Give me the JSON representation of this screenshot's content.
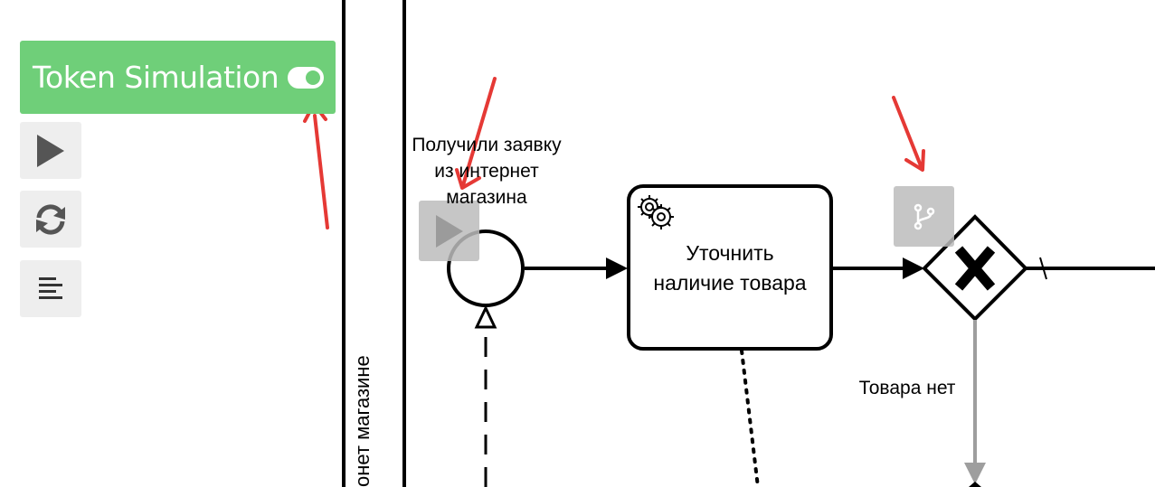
{
  "toolbar": {
    "toggle_label": "Token Simulation",
    "toggle_on": true,
    "controls": [
      {
        "icon": "play-icon"
      },
      {
        "icon": "reset-icon"
      },
      {
        "icon": "log-icon"
      }
    ]
  },
  "diagram": {
    "lane_label": "онет магазине",
    "start_event_label": [
      "Получили заявку",
      "из интернет",
      "магазина"
    ],
    "task_label": [
      "Уточнить",
      "наличие товара"
    ],
    "flow_label": "Товара нет"
  },
  "colors": {
    "accent": "#6fcf79",
    "control_bg": "#eeeeee",
    "overlay_bg": "#bdbdbd",
    "arrow": "#e53935"
  }
}
